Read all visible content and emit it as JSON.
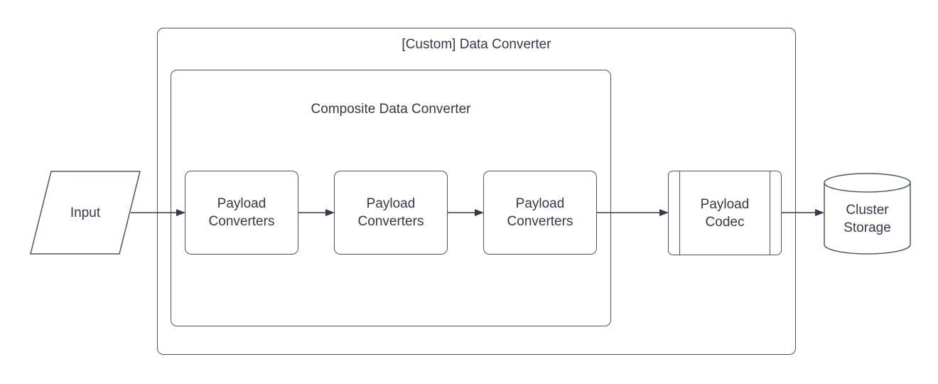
{
  "diagram": {
    "outer_container": {
      "label": "[Custom] Data Converter"
    },
    "inner_container": {
      "label": "Composite Data Converter"
    },
    "nodes": {
      "input": {
        "label": "Input",
        "shape": "parallelogram"
      },
      "payload_converter_1": {
        "label": "Payload Converters",
        "shape": "rounded-rectangle"
      },
      "payload_converter_2": {
        "label": "Payload Converters",
        "shape": "rounded-rectangle"
      },
      "payload_converter_3": {
        "label": "Payload Converters",
        "shape": "rounded-rectangle"
      },
      "payload_codec": {
        "label": "Payload Codec",
        "shape": "subroutine"
      },
      "cluster_storage": {
        "label": "Cluster Storage",
        "shape": "cylinder"
      }
    },
    "edges": [
      {
        "from": "input",
        "to": "payload_converter_1"
      },
      {
        "from": "payload_converter_1",
        "to": "payload_converter_2"
      },
      {
        "from": "payload_converter_2",
        "to": "payload_converter_3"
      },
      {
        "from": "payload_converter_3",
        "to": "payload_codec"
      },
      {
        "from": "payload_codec",
        "to": "cluster_storage"
      }
    ],
    "colors": {
      "stroke": "#4c5564",
      "arrow": "#333b4a",
      "text": "#32394a",
      "background": "#ffffff"
    }
  }
}
